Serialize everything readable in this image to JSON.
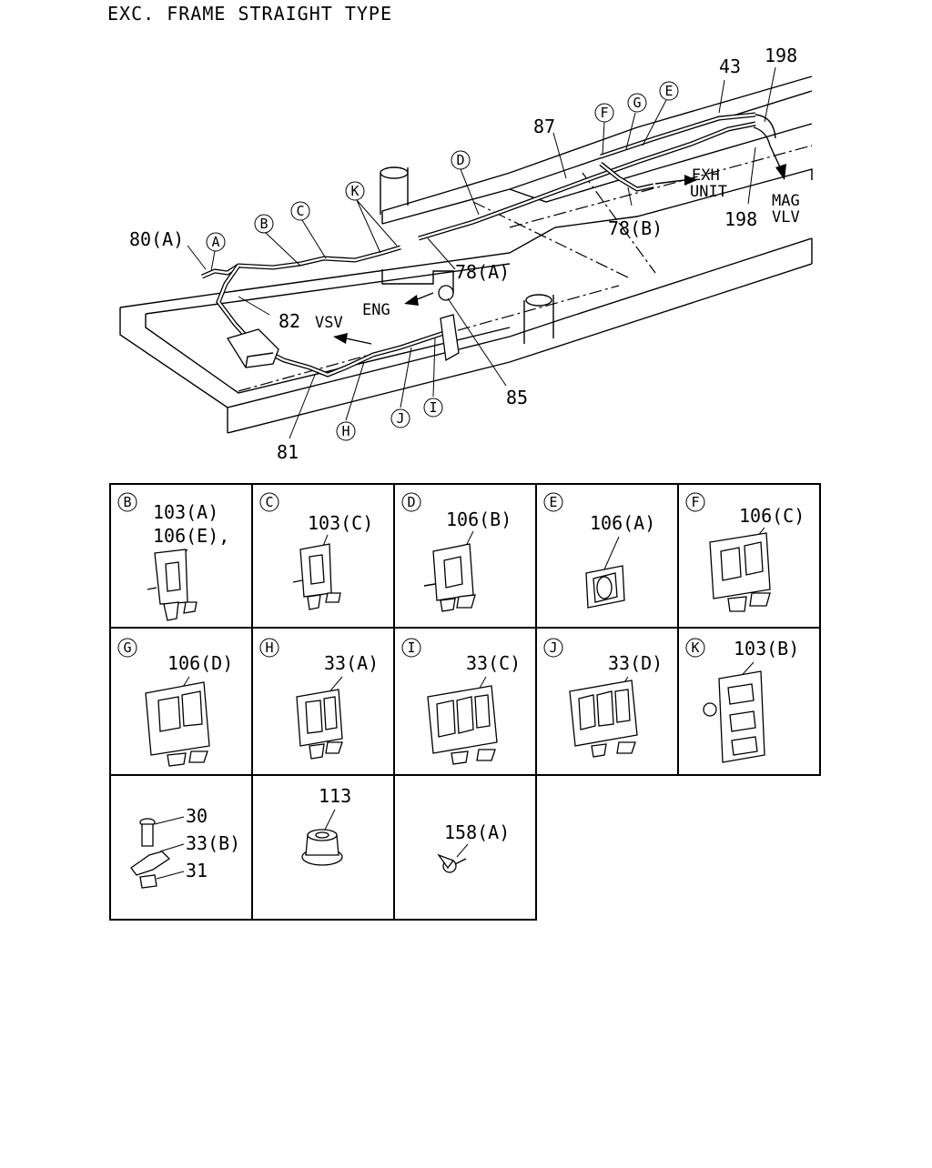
{
  "title": "EXC. FRAME STRAIGHT TYPE",
  "callouts": {
    "p43": "43",
    "p198_top": "198",
    "p198_bot": "198",
    "p87": "87",
    "p80a": "80(A)",
    "p78a": "78(A)",
    "p78b": "78(B)",
    "p82": "82",
    "vsv": "VSV",
    "eng": "ENG",
    "exh": "EXH",
    "unit": "UNIT",
    "mag": "MAG",
    "vlv": "VLV",
    "p85": "85",
    "p81": "81"
  },
  "letters": {
    "A": "A",
    "B": "B",
    "C": "C",
    "D": "D",
    "E": "E",
    "F": "F",
    "G": "G",
    "H": "H",
    "I": "I",
    "J": "J",
    "K": "K"
  },
  "detail_cells": [
    {
      "letter": "B",
      "labels": [
        "103(A)",
        "106(E),"
      ]
    },
    {
      "letter": "C",
      "labels": [
        "103(C)"
      ]
    },
    {
      "letter": "D",
      "labels": [
        "106(B)"
      ]
    },
    {
      "letter": "E",
      "labels": [
        "106(A)"
      ]
    },
    {
      "letter": "F",
      "labels": [
        "106(C)"
      ]
    },
    {
      "letter": "G",
      "labels": [
        "106(D)"
      ]
    },
    {
      "letter": "H",
      "labels": [
        "33(A)"
      ]
    },
    {
      "letter": "I",
      "labels": [
        "33(C)"
      ]
    },
    {
      "letter": "J",
      "labels": [
        "33(D)"
      ]
    },
    {
      "letter": "K",
      "labels": [
        "103(B)"
      ]
    },
    {
      "letter": "",
      "labels": [
        "30",
        "33(B)",
        "31"
      ]
    },
    {
      "letter": "",
      "labels": [
        "113"
      ]
    },
    {
      "letter": "",
      "labels": [
        "158(A)"
      ]
    }
  ]
}
